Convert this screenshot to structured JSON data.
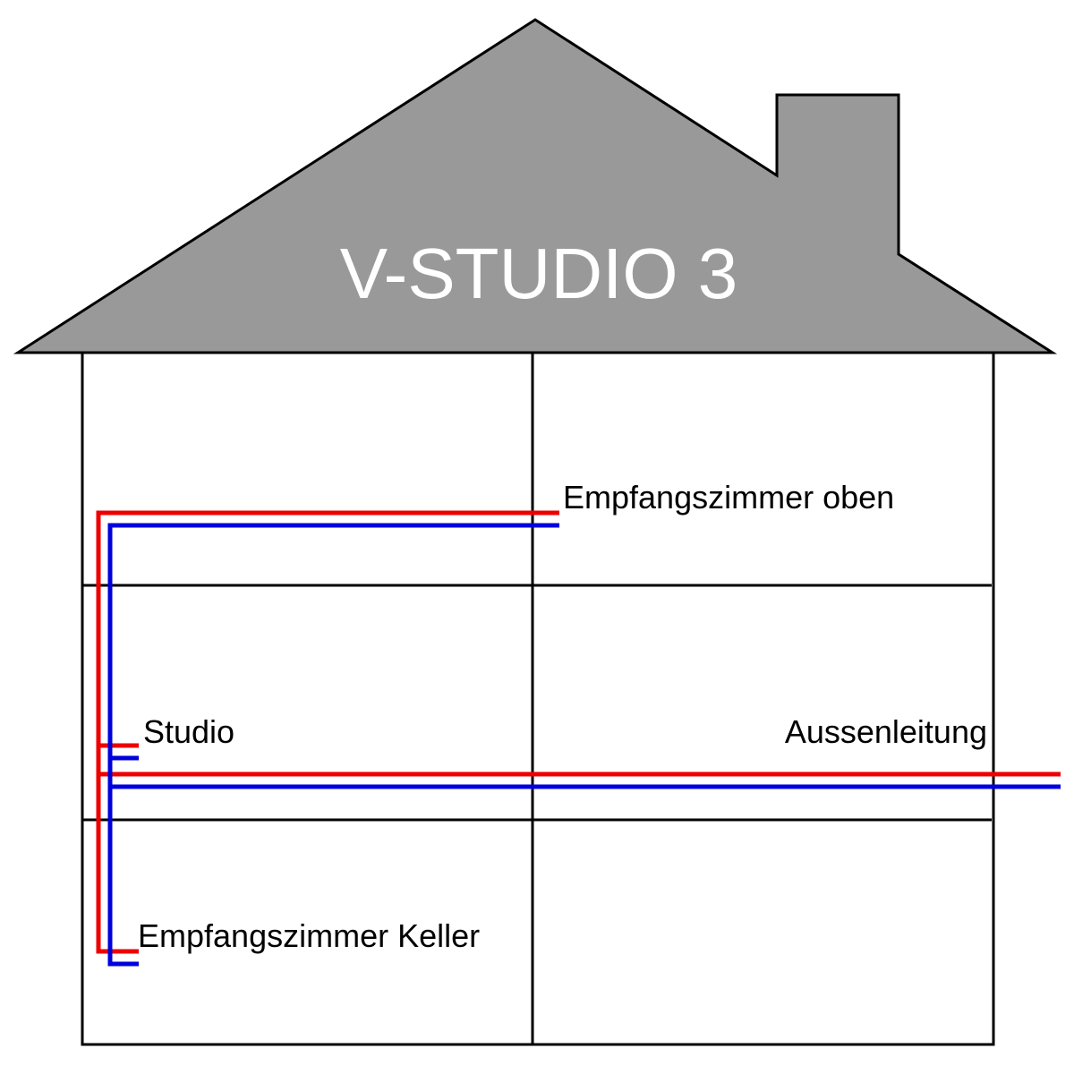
{
  "diagram": {
    "title": "V-STUDIO 3",
    "labels": {
      "upper_reception": "Empfangszimmer oben",
      "studio": "Studio",
      "outside_line": "Aussenleitung",
      "basement_reception": "Empfangszimmer Keller"
    },
    "colors": {
      "roof": "#999999",
      "outline": "#000000",
      "line_red": "#ee0000",
      "line_blue": "#0000dd",
      "title_text": "#ffffff"
    }
  }
}
